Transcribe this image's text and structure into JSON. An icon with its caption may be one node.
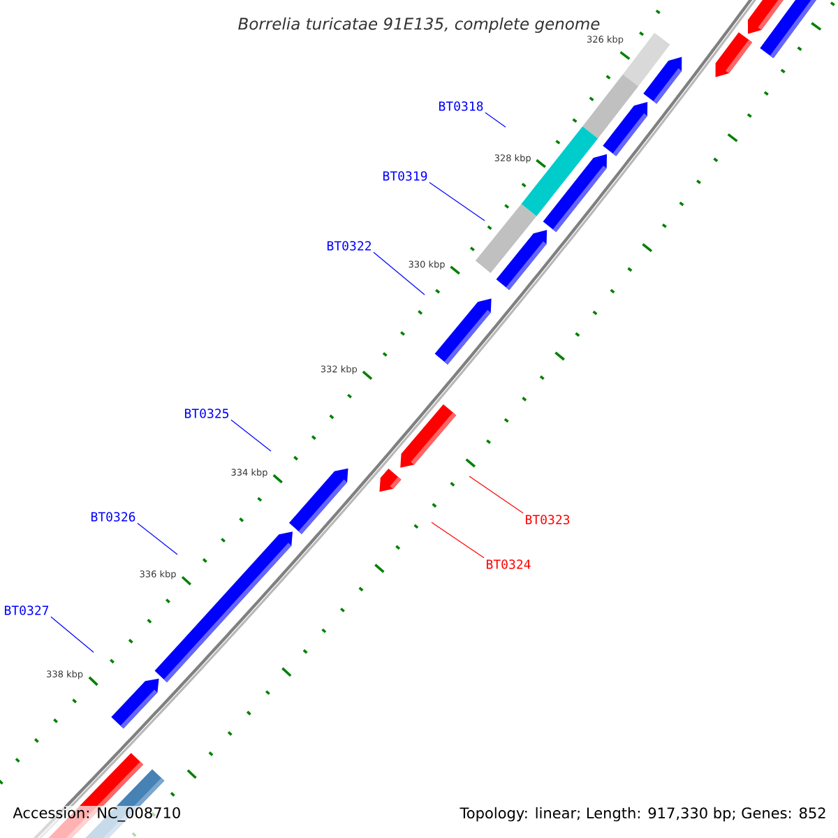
{
  "diagram": {
    "title": "Borrelia turicatae 91E135, complete genome",
    "nodes": [
      {
        "text": [
          "BT0318"
        ]
      },
      {
        "text": [
          "BT0319"
        ]
      },
      {
        "text": [
          "BT0322"
        ]
      },
      {
        "text": [
          "BT0325"
        ]
      },
      {
        "text": [
          "BT0326"
        ]
      },
      {
        "text": [
          "BT0323"
        ]
      },
      {
        "text": [
          "BT0324"
        ]
      },
      {
        "text": [
          "BT0327"
        ]
      }
    ],
    "edges": [
      {
        "from": 0,
        "to": null,
        "arrow": "none"
      },
      {
        "from": 1,
        "to": null,
        "arrow": "none"
      },
      {
        "from": 2,
        "to": null,
        "arrow": "none"
      },
      {
        "from": 3,
        "to": null,
        "arrow": "none"
      },
      {
        "from": 4,
        "to": null,
        "arrow": "none"
      },
      {
        "from": 5,
        "to": null,
        "arrow": "none",
        "color": "#ff0000"
      },
      {
        "from": 6,
        "to": null,
        "arrow": "none",
        "color": "#ff0000"
      },
      {
        "from": 7,
        "to": null,
        "arrow": "none"
      }
    ],
    "labels": [
      "326 kbp",
      "328 kbp",
      "330 kbp",
      "332 kbp",
      "334 kbp",
      "336 kbp",
      "338 kbp",
      "Accession: NC_008710",
      "Topology: linear; Length: 917,330 bp; Genes: 852"
    ]
  }
}
